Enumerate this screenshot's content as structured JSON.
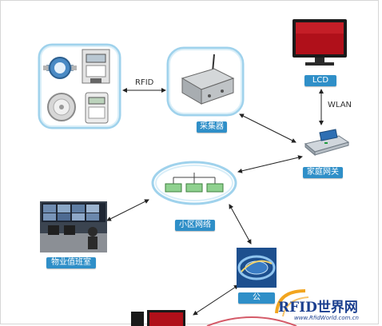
{
  "labels": {
    "collector": "采集器",
    "lcd": "LCD",
    "home_gateway": "家庭网关",
    "community_network": "小区网络",
    "property_duty_room": "物业值班室",
    "partial_bottom": "公"
  },
  "connections": {
    "rfid": "RFID",
    "wlan": "WLAN"
  },
  "watermark": {
    "brand": "RFID世界网",
    "url": "www.RfidWorld.com.cn"
  },
  "colors": {
    "label_bg": "#2f8fc8",
    "frame_glow": "#9fd2ec",
    "arrow": "#222222"
  },
  "icons": [
    "water-meter-icon",
    "electric-meter-icon",
    "smoke-detector-icon",
    "energy-meter-icon",
    "collector-device-icon",
    "lcd-monitor-icon",
    "gateway-router-icon",
    "network-switch-icon",
    "control-room-photo",
    "server-disc-icon"
  ]
}
